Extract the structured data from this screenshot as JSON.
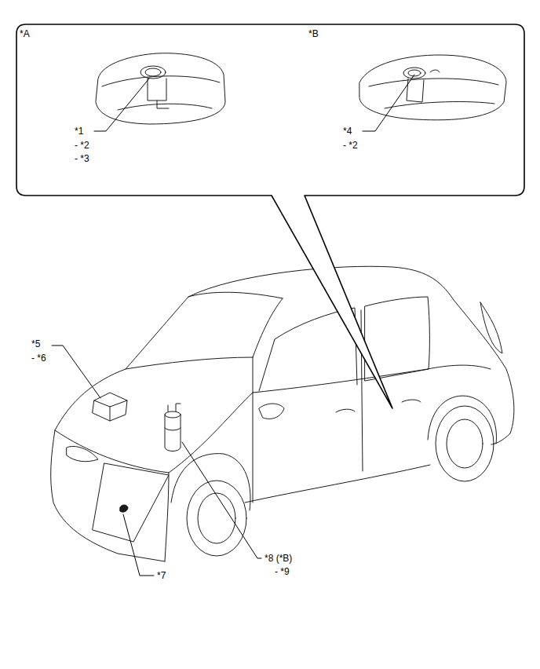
{
  "diagram": {
    "nodes": [
      {
        "text": [
          "*A",
          "*B"
        ]
      }
    ],
    "labels": [
      "*1",
      "- *2",
      "- *3",
      "*4",
      "- *2",
      "*5",
      "- *6",
      "*7",
      "*8 (*B)",
      "- *9"
    ]
  }
}
